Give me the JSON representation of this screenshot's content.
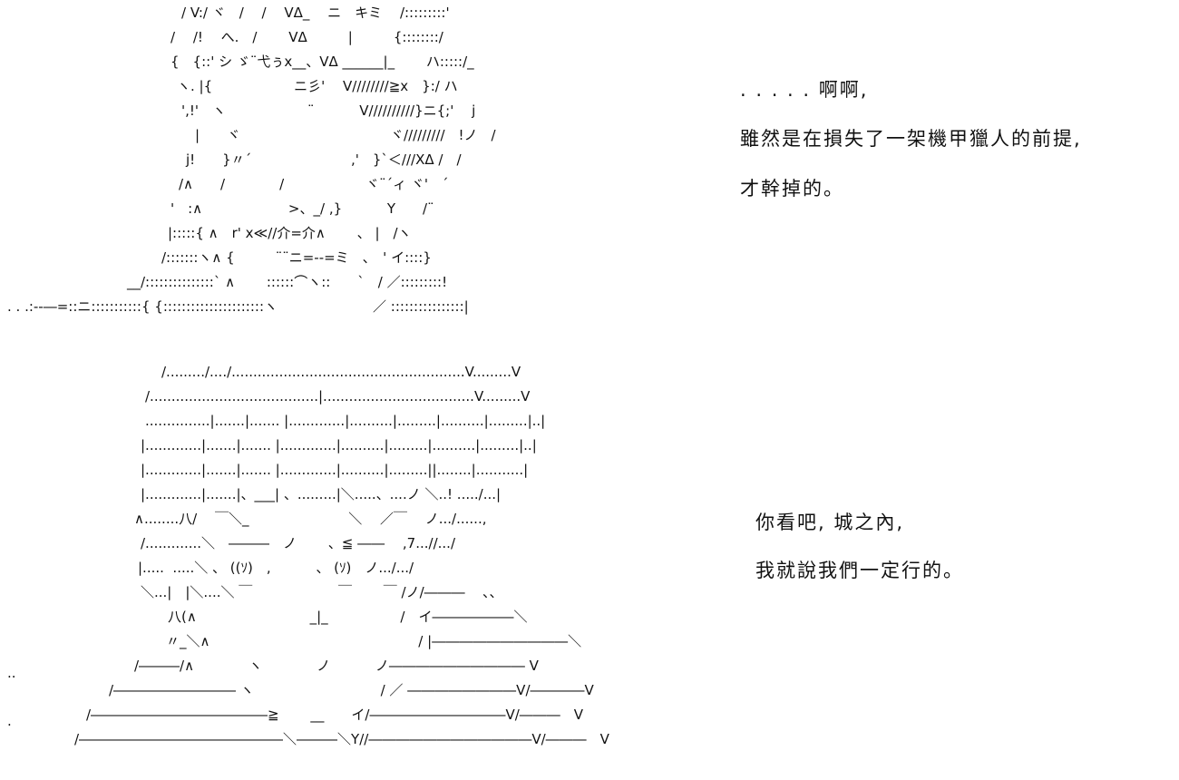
{
  "art_top": [
    "/ V:/ ヾ　/　 /　 VΔ_　 ニ　キミ　 /:::::::::'",
    "/　 /!　 へ.　/　　 VΔ　　　|　　　{::::::::/",
    "{　{::' シ ゞ¨弋ぅx__、VΔ ______|_　　 ハ:::::/_",
    "ヽ. |{　　　　　　ニ彡'　 V////////≧x　}:/ ハ",
    "',!'　ヽ　　　　　　¨　　　 V//////////}ニ{;'　 j",
    "|　　ヾ　　　　　　　　　　　ヾ/////////　!ノ　/",
    "j!　　}〃´　　　　　　　 ,'　}`＜///XΔ /　/",
    "/∧　　/　　　　/　　　　　　ヾ¨´ィ ヾ'　´",
    "'　:∧　　　　　　 >、_/ ,}　　　 Y　　/¨",
    "|:::::{ ∧　r' x≪//介=介∧　　 、 |　/ヽ",
    "/:::::::ヽ∧ {　　　¨¨ニ=--=ミ　、　' イ::::}",
    "__/:::::::::::::::` ∧　　 ::::::⌒ヽ::　　`　/ ／:::::::::!",
    ". . .:--―=::ニ:::::::::::{ {::::::::::::::::::::::ヽ　　　　　　　／ ::::::::::::::::|"
  ],
  "art_bottom": [
    "/........./..../......................................................V.........V",
    "/.......................................|...................................V.........V",
    "...............|.......|....... |.............|..........|.........|..........|.........|..|",
    "|.............|.......|....... |.............|..........|.........|..........|.........|..|",
    "|.............|.......|....... |.............|..........|.........||........|...........|",
    "|.............|.......|、___| 、.........|＼.....、....ノ ＼..! ...../...|",
    "∧........八/　 ￣＼_　　　　　　　 ＼　 ／￣　 ノ.../......,",
    "/.............＼　―――　ノ　　 、≦ ――　 ,7...//.../",
    "|.....  .....＼ 、 ((ｿ)　,　　　 、 (ｿ)　ノ.../.../",
    "＼...|　|＼....＼ ￣　　　　　　 ￣　　 ￣ /ノ/―――　 ､､",
    "八(∧　　　　　　　　 _|_　　　　　 /　イ――――――＼",
    "〃_＼∧　　　　　　　　　　　　　　　 / |――――――――――＼",
    "/―――/∧　　　　ヽ　　　　ノ　　　 ノ―――――――――― V",
    "/――――――――― ヽ　　　　　　　　　 / ／ ――――――――V/――――V",
    "/―――――――――――――≧　　 __　　イ/――――――――――V/―――　V",
    "/―――――――――――――――＼―――＼Y//――――――――――――V/―――　V"
  ],
  "art_stray": [
    "..",
    "."
  ],
  "dialogue_top": [
    ". . . . . 啊啊,",
    "雖然是在損失了一架機甲獵人的前提,",
    "才幹掉的。"
  ],
  "dialogue_bottom": [
    "你看吧, 城之內,",
    "我就說我們一定行的。"
  ]
}
